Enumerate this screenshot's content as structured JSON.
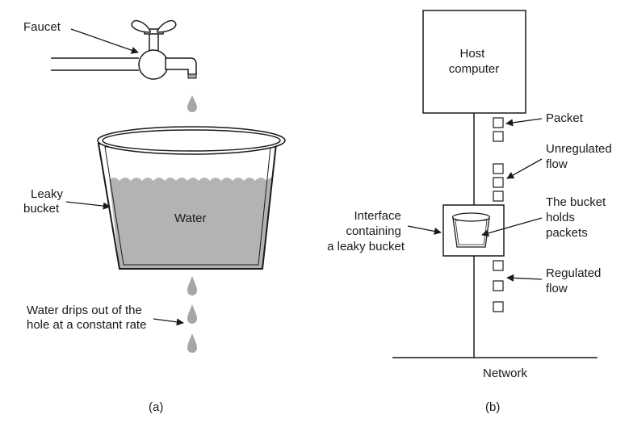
{
  "panel_a": {
    "faucet_label": "Faucet",
    "bucket_label_lines": [
      "Leaky",
      "bucket"
    ],
    "water_label": "Water",
    "drip_label_lines": [
      "Water drips out of the",
      "hole at a constant rate"
    ],
    "caption": "(a)"
  },
  "panel_b": {
    "host_label_lines": [
      "Host",
      "computer"
    ],
    "packet_label": "Packet",
    "unregulated_label_lines": [
      "Unregulated",
      "flow"
    ],
    "interface_label_lines": [
      "Interface",
      "containing",
      "a leaky bucket"
    ],
    "bucket_holds_label_lines": [
      "The bucket",
      "holds",
      "packets"
    ],
    "regulated_label_lines": [
      "Regulated",
      "flow"
    ],
    "network_label": "Network",
    "caption": "(b)"
  },
  "colors": {
    "line": "#1a1a1a",
    "water": "#b3b3b3",
    "drop": "#a6a6a6",
    "background": "#ffffff"
  }
}
